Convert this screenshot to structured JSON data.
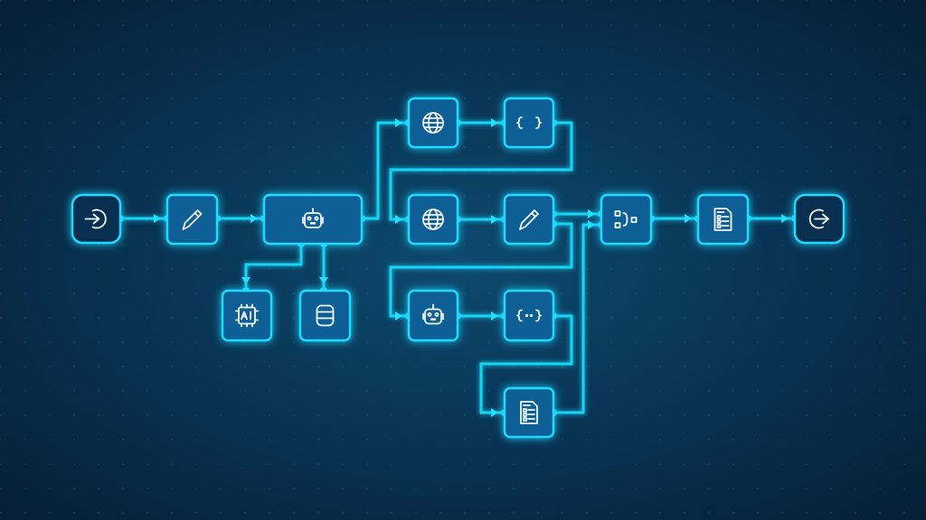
{
  "colors": {
    "background": "#093556",
    "accent": "#19d3f5",
    "node_fill": "#0d5f95",
    "terminal_fill": "#082f4f",
    "icon": "#f2f8ff"
  },
  "nodes": [
    {
      "id": "start",
      "icon": "login-icon",
      "kind": "terminal"
    },
    {
      "id": "edit",
      "icon": "pencil-icon"
    },
    {
      "id": "agent",
      "icon": "robot-icon"
    },
    {
      "id": "ai-chip",
      "icon": "ai-chip-icon"
    },
    {
      "id": "database",
      "icon": "database-icon"
    },
    {
      "id": "web-1",
      "icon": "globe-icon"
    },
    {
      "id": "code-1",
      "icon": "braces-icon"
    },
    {
      "id": "web-2",
      "icon": "globe-icon"
    },
    {
      "id": "edit-2",
      "icon": "pencil-icon"
    },
    {
      "id": "agent-2",
      "icon": "robot-icon"
    },
    {
      "id": "code-2",
      "icon": "braces-dots-icon"
    },
    {
      "id": "report-2",
      "icon": "checklist-document-icon"
    },
    {
      "id": "merge",
      "icon": "merge-icon"
    },
    {
      "id": "report",
      "icon": "checklist-document-icon"
    },
    {
      "id": "end",
      "icon": "logout-icon",
      "kind": "terminal"
    }
  ],
  "edges": [
    [
      "start",
      "edit"
    ],
    [
      "edit",
      "agent"
    ],
    [
      "agent",
      "ai-chip"
    ],
    [
      "agent",
      "database"
    ],
    [
      "agent",
      "web-1"
    ],
    [
      "web-1",
      "code-1"
    ],
    [
      "code-1",
      "web-2"
    ],
    [
      "web-2",
      "edit-2"
    ],
    [
      "edit-2",
      "merge"
    ],
    [
      "edit-2",
      "agent-2"
    ],
    [
      "agent-2",
      "code-2"
    ],
    [
      "code-2",
      "report-2"
    ],
    [
      "report-2",
      "merge"
    ],
    [
      "merge",
      "report"
    ],
    [
      "report",
      "end"
    ]
  ]
}
